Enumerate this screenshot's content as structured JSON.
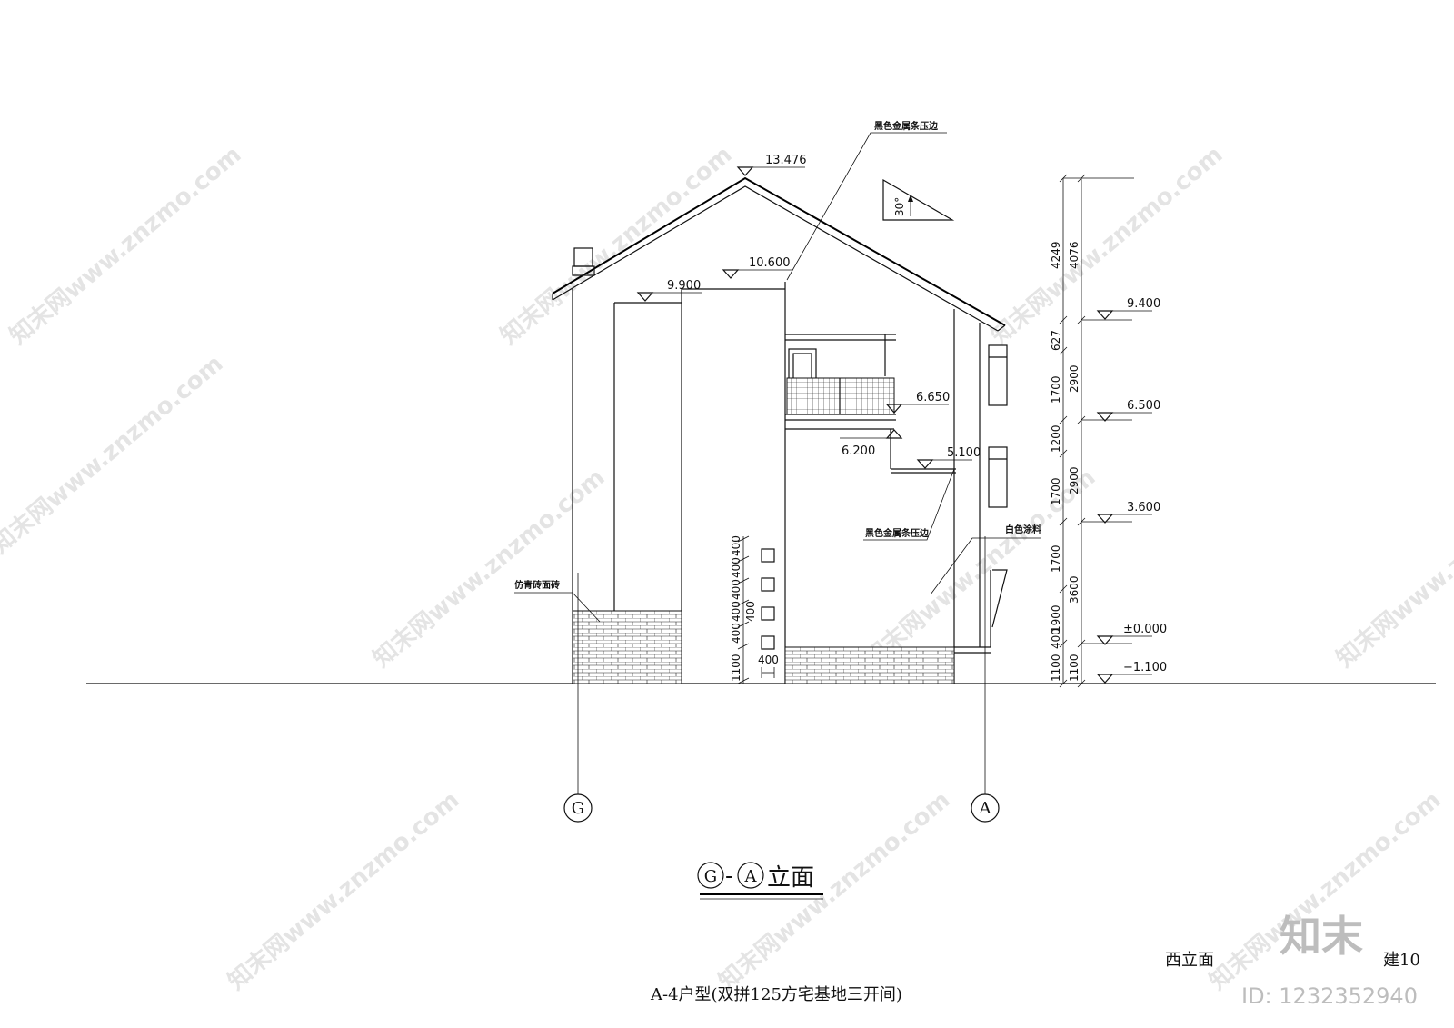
{
  "elevations": {
    "ridge": "13.476",
    "eave_high": "10.600",
    "eave_low": "9.900",
    "balcony_top": "6.650",
    "balcony_floor": "6.200",
    "canopy": "5.100",
    "right_940": "9.400",
    "right_650": "6.500",
    "right_360": "3.600",
    "right_000": "±0.000",
    "right_neg": "−1.100"
  },
  "roof_angle": "30°",
  "labels": {
    "metal_strip_top": "黑色金属条压边",
    "metal_strip_mid": "黑色金属条压边",
    "white_paint": "白色涂料",
    "brick_tile": "仿青砖面砖"
  },
  "dims_left": [
    "400",
    "400",
    "400",
    "400",
    "400",
    "400",
    "1100"
  ],
  "dim_bottom": "400",
  "dims_right_inner": [
    "4249",
    "627",
    "1700",
    "1200",
    "1700",
    "1700",
    "1900",
    "400",
    "1100"
  ],
  "dims_right_outer": [
    "4076",
    "2900",
    "2900",
    "3600",
    "1100"
  ],
  "axes": {
    "left": "G",
    "right": "A"
  },
  "title": {
    "axis_left": "G",
    "dash": "-",
    "axis_right": "A",
    "text": "立面"
  },
  "caption": "A-4户型(双拼125方宅基地三开间)",
  "sheet_name": "西立面",
  "sheet_no": "建10",
  "watermark": {
    "text": "知末网www.znzmo.com",
    "brand": "知末",
    "id": "ID: 1232352940"
  }
}
